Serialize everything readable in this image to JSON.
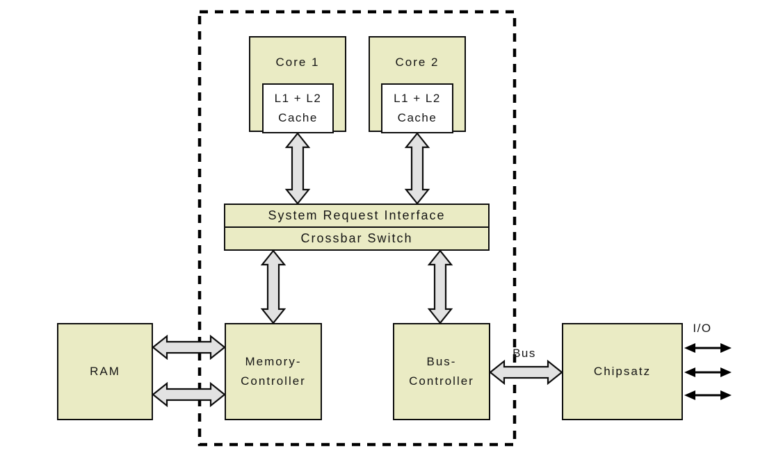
{
  "nodes": {
    "core1": {
      "label": "Core 1"
    },
    "core2": {
      "label": "Core 2"
    },
    "cache1": {
      "line1": "L1 + L2",
      "line2": "Cache"
    },
    "cache2": {
      "line1": "L1 + L2",
      "line2": "Cache"
    },
    "system_request_interface": {
      "label": "System Request Interface"
    },
    "crossbar_switch": {
      "label": "Crossbar Switch"
    },
    "memory_controller": {
      "line1": "Memory-",
      "line2": "Controller"
    },
    "bus_controller": {
      "line1": "Bus-",
      "line2": "Controller"
    },
    "ram": {
      "label": "RAM"
    },
    "chipset": {
      "label": "Chipsatz"
    }
  },
  "labels": {
    "bus": "Bus",
    "io": "I/O"
  },
  "colors": {
    "background": "#ffffff",
    "node_fill": "#eaebc4",
    "node_border": "#0d0d0d",
    "cache_fill": "#ffffff",
    "arrow_fill": "#e2e2e2",
    "arrow_stroke": "#0d0d0d",
    "io_arrow": "#000000",
    "dashed_border": "#000000",
    "text_color": "#141414"
  }
}
